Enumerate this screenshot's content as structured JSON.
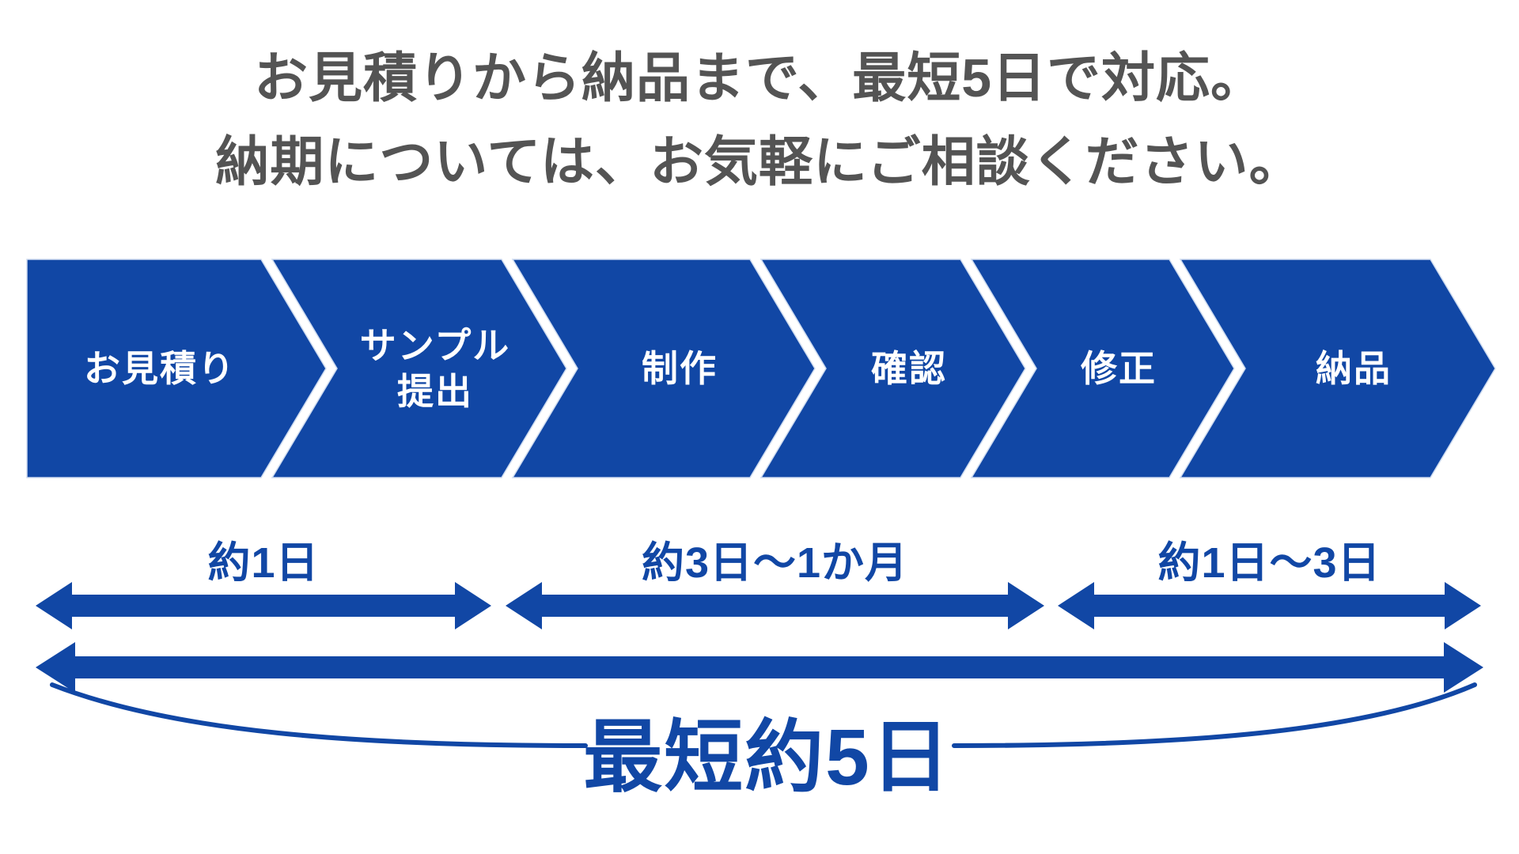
{
  "title": {
    "line1": "お見積りから納品まで、最短5日で対応。",
    "line2": "納期については、お気軽にご相談ください。"
  },
  "process_steps": [
    {
      "label": "お見積り"
    },
    {
      "label": "サンプル",
      "label2": "提出"
    },
    {
      "label": "制作"
    },
    {
      "label": "確認"
    },
    {
      "label": "修正"
    },
    {
      "label": "納品"
    }
  ],
  "durations": [
    {
      "label": "約1日"
    },
    {
      "label": "約3日～1か月"
    },
    {
      "label": "約1日～3日"
    }
  ],
  "total_duration": {
    "label": "最短約5日"
  },
  "colors": {
    "primary_blue": "#1147A5",
    "title_gray": "#545454",
    "step_text_white": "#FFFFFF"
  }
}
